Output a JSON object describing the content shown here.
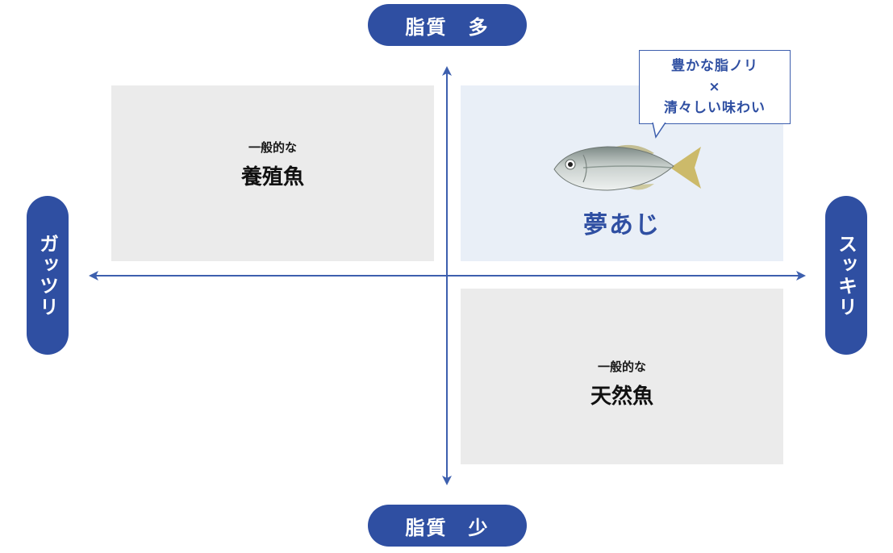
{
  "axis_labels": {
    "top": "脂質　多",
    "bottom": "脂質　少",
    "left": "ガッツリ",
    "right": "スッキリ"
  },
  "quadrants": {
    "top_left": {
      "small": "一般的な",
      "big": "養殖魚"
    },
    "top_right": {
      "big": "夢あじ"
    },
    "bottom_right": {
      "small": "一般的な",
      "big": "天然魚"
    }
  },
  "callout": {
    "line1": "豊かな脂ノリ",
    "line2": "×",
    "line3": "清々しい味わい"
  },
  "colors": {
    "accent": "#2f4fa2",
    "quadrant_gray": "#ebebeb",
    "quadrant_blue": "#e9eff7"
  }
}
